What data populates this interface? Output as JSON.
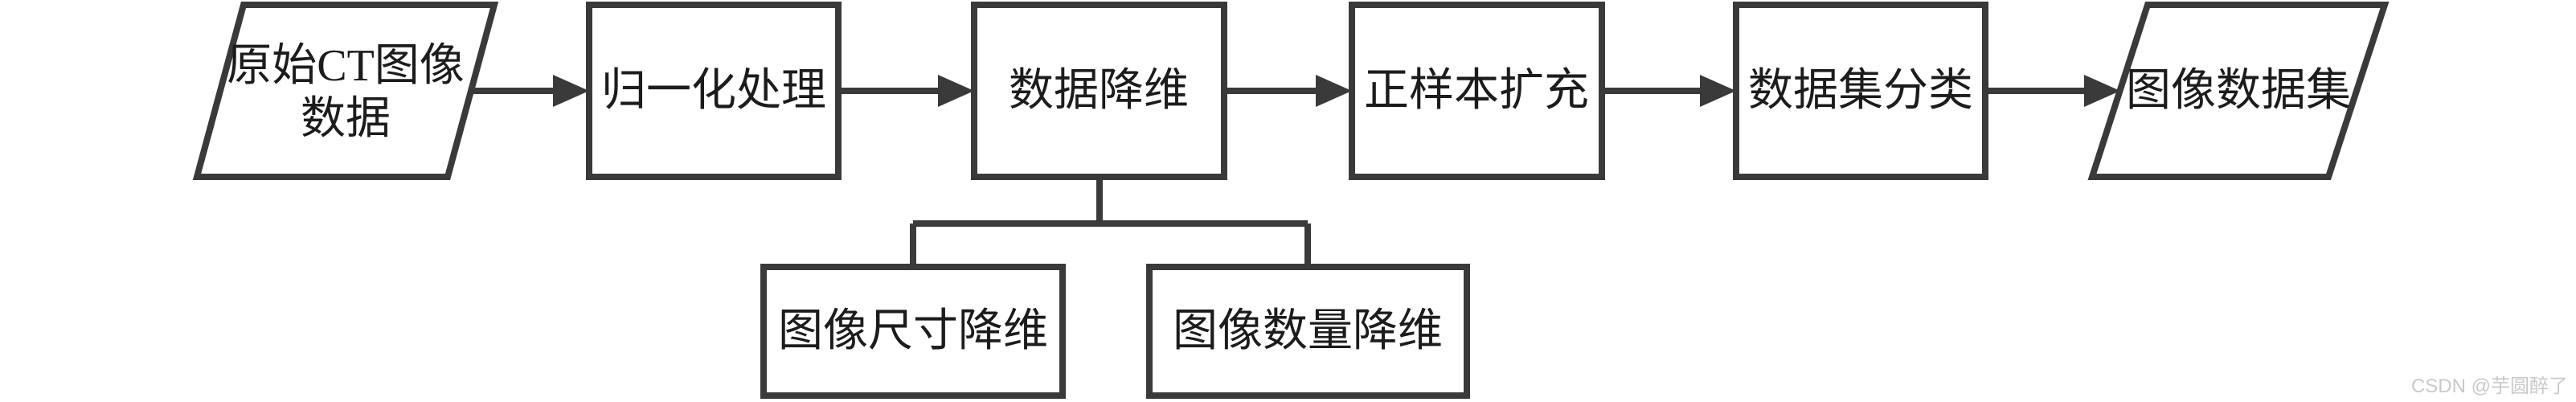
{
  "diagram": {
    "type": "flowchart",
    "nodes": [
      {
        "id": "source-data",
        "shape": "parallelogram",
        "lines": [
          "原始CT图像",
          "数据"
        ]
      },
      {
        "id": "normalize",
        "shape": "rect",
        "lines": [
          "归一化处理"
        ]
      },
      {
        "id": "dim-reduce",
        "shape": "rect",
        "lines": [
          "数据降维"
        ]
      },
      {
        "id": "positive-expand",
        "shape": "rect",
        "lines": [
          "正样本扩充"
        ]
      },
      {
        "id": "dataset-classify",
        "shape": "rect",
        "lines": [
          "数据集分类"
        ]
      },
      {
        "id": "image-dataset",
        "shape": "parallelogram",
        "lines": [
          "图像数据集"
        ]
      },
      {
        "id": "size-reduce",
        "shape": "rect",
        "lines": [
          "图像尺寸降维"
        ]
      },
      {
        "id": "count-reduce",
        "shape": "rect",
        "lines": [
          "图像数量降维"
        ]
      }
    ],
    "edges": [
      {
        "from": "source-data",
        "to": "normalize",
        "style": "arrow"
      },
      {
        "from": "normalize",
        "to": "dim-reduce",
        "style": "arrow"
      },
      {
        "from": "dim-reduce",
        "to": "positive-expand",
        "style": "arrow"
      },
      {
        "from": "positive-expand",
        "to": "dataset-classify",
        "style": "arrow"
      },
      {
        "from": "dataset-classify",
        "to": "image-dataset",
        "style": "arrow"
      },
      {
        "from": "dim-reduce",
        "to": "size-reduce",
        "style": "line"
      },
      {
        "from": "dim-reduce",
        "to": "count-reduce",
        "style": "line"
      }
    ],
    "colors": {
      "stroke": "#3a3a3a",
      "text": "#1c1c1c",
      "background": "#ffffff",
      "watermark": "#c9c9c9"
    }
  },
  "watermark": {
    "text": "CSDN @芋圆醉了"
  }
}
